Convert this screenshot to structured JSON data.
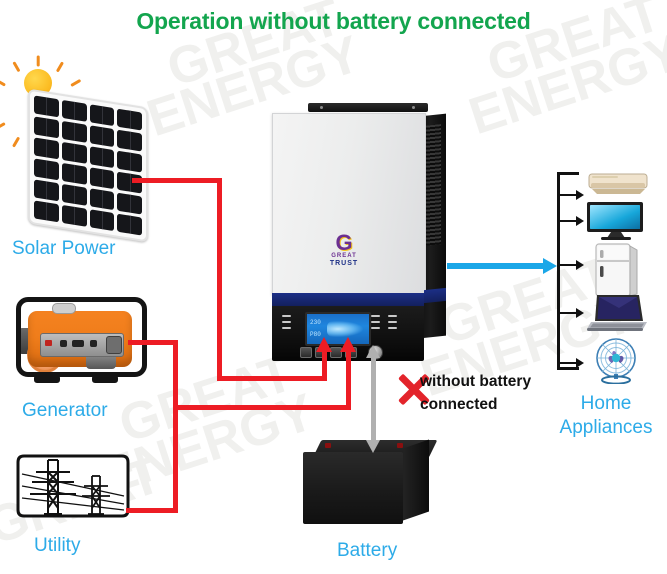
{
  "title": "Operation without battery connected",
  "watermark": {
    "line1": "GREAT",
    "line2": "ENERGY"
  },
  "brand": {
    "logo_letter": "G",
    "name_top": "GREAT",
    "name_bottom": "TRUST"
  },
  "colors": {
    "title_green": "#13a54e",
    "label_cyan": "#2dabe8",
    "wire_red": "#ed1c24",
    "wire_blue": "#1ba7e8",
    "wire_gray": "#b0b0b0",
    "x_red": "#e3242b",
    "inverter_stripe_blue": "#1c2f86",
    "generator_orange": "#f58220",
    "sun_yellow": "#fcbe25",
    "watermark_gray": "#f0f0ee"
  },
  "sources": [
    {
      "id": "solar",
      "label": "Solar Power",
      "icon": "solar-panel-icon"
    },
    {
      "id": "generator",
      "label": "Generator",
      "icon": "generator-icon"
    },
    {
      "id": "utility",
      "label": "Utility",
      "icon": "transmission-tower-icon"
    }
  ],
  "inverter": {
    "name": "inverter-unit",
    "display_value": "230",
    "display_value_2": "P80"
  },
  "battery": {
    "label": "Battery",
    "icon": "battery-icon",
    "connected": false
  },
  "annotation": {
    "line1": "without battery",
    "line2": "connected",
    "mark": "red-x-mark"
  },
  "output": {
    "label_line1": "Home",
    "label_line2": "Appliances",
    "appliances": [
      {
        "id": "air-conditioner",
        "name": "air-conditioner-icon"
      },
      {
        "id": "television",
        "name": "television-icon"
      },
      {
        "id": "refrigerator",
        "name": "refrigerator-icon"
      },
      {
        "id": "laptop",
        "name": "laptop-icon"
      },
      {
        "id": "fan",
        "name": "electric-fan-icon"
      }
    ]
  }
}
